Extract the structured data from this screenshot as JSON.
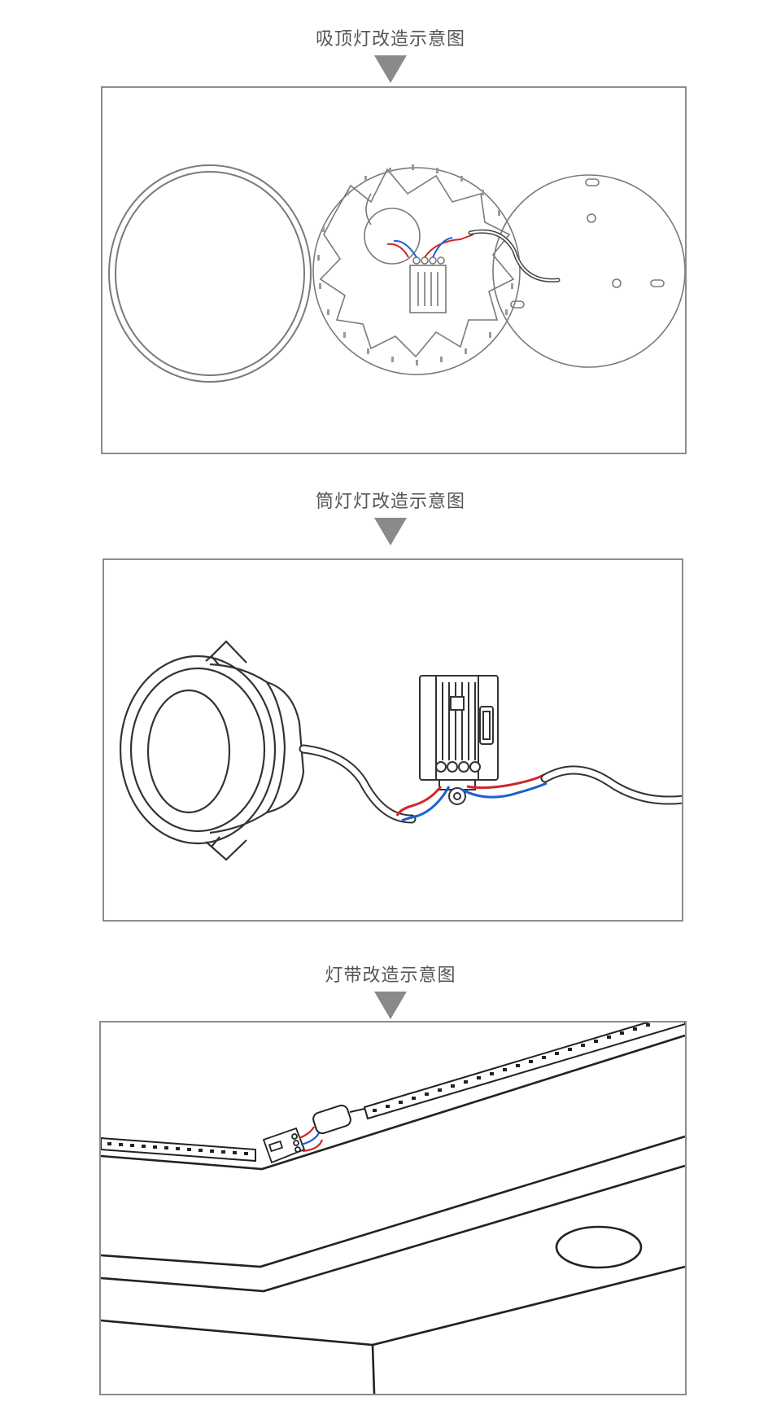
{
  "sections": [
    {
      "title": "吸顶灯改造示意图",
      "diagram": "ceiling-light"
    },
    {
      "title": "筒灯灯改造示意图",
      "diagram": "downlight"
    },
    {
      "title": "灯带改造示意图",
      "diagram": "light-strip"
    }
  ],
  "colors": {
    "line": "#555555",
    "wire_red": "#d0262b",
    "wire_blue": "#1f5fcf",
    "arrow": "#8a8a8a",
    "frame": "#8c8c8c"
  }
}
